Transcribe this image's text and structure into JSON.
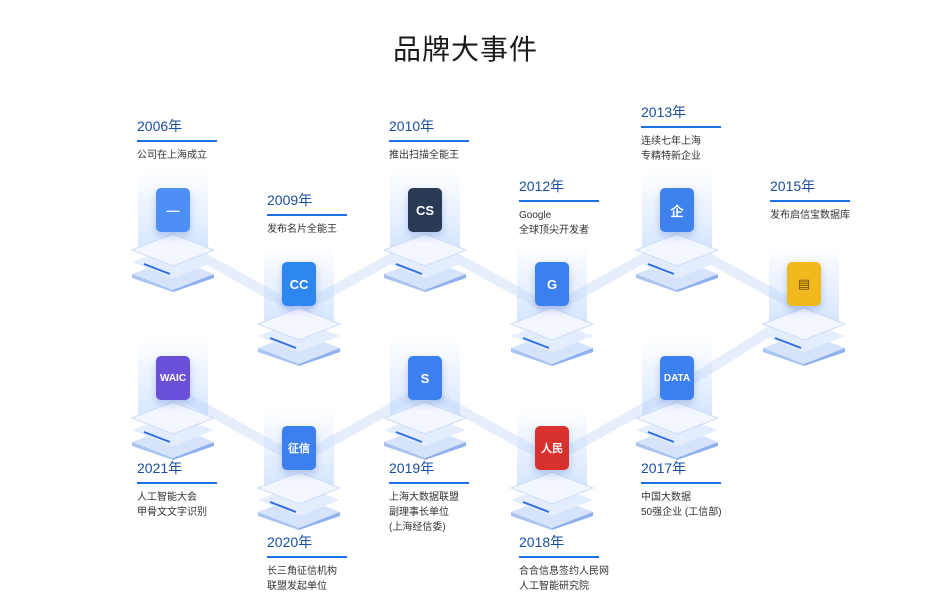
{
  "title": "品牌大事件",
  "events": [
    {
      "year": "2006年",
      "desc1": "公司在上海成立",
      "desc2": "",
      "desc3": "",
      "icon": "blank-blue-tile-icon",
      "tile_text": "—",
      "color": "#4d8ff5"
    },
    {
      "year": "2009年",
      "desc1": "发布名片全能王",
      "desc2": "",
      "desc3": "",
      "icon": "camcard-icon",
      "tile_text": "CC",
      "color": "#2e86f0"
    },
    {
      "year": "2010年",
      "desc1": "推出扫描全能王",
      "desc2": "",
      "desc3": "",
      "icon": "camscanner-icon",
      "tile_text": "CS",
      "color": "#2a3a55"
    },
    {
      "year": "2012年",
      "desc1": "Google",
      "desc2": "全球顶尖开发者",
      "desc3": "",
      "icon": "google-icon",
      "tile_text": "G",
      "color": "#3b7ff0"
    },
    {
      "year": "2013年",
      "desc1": "连续七年上海",
      "desc2": "专精特新企业",
      "desc3": "",
      "icon": "enterprise-icon",
      "tile_text": "企",
      "color": "#3f82ee"
    },
    {
      "year": "2015年",
      "desc1": "发布启信宝数据库",
      "desc2": "",
      "desc3": "",
      "icon": "qixinbao-icon",
      "tile_text": "▤",
      "color": "#f2b91f"
    },
    {
      "year": "2021年",
      "desc1": "人工智能大会",
      "desc2": "甲骨文文字识别",
      "desc3": "",
      "icon": "waic-icon",
      "tile_text": "WAIC",
      "color": "#6a4fd8"
    },
    {
      "year": "2020年",
      "desc1": "长三角征信机构",
      "desc2": "联盟发起单位",
      "desc3": "",
      "icon": "credit-icon",
      "tile_text": "征信",
      "color": "#3b7ff0"
    },
    {
      "year": "2019年",
      "desc1": "上海大数据联盟",
      "desc2": "副理事长单位",
      "desc3": "(上海经信委)",
      "icon": "bigdata-alliance-icon",
      "tile_text": "S",
      "color": "#3b7ff0"
    },
    {
      "year": "2018年",
      "desc1": "合合信息签约人民网",
      "desc2": "人工智能研究院",
      "desc3": "",
      "icon": "peoples-daily-icon",
      "tile_text": "人民",
      "color": "#d9322e"
    },
    {
      "year": "2017年",
      "desc1": "中国大数据",
      "desc2": "50强企业 (工信部)",
      "desc3": "",
      "icon": "data-icon",
      "tile_text": "DATA",
      "color": "#3b7ff0"
    }
  ]
}
